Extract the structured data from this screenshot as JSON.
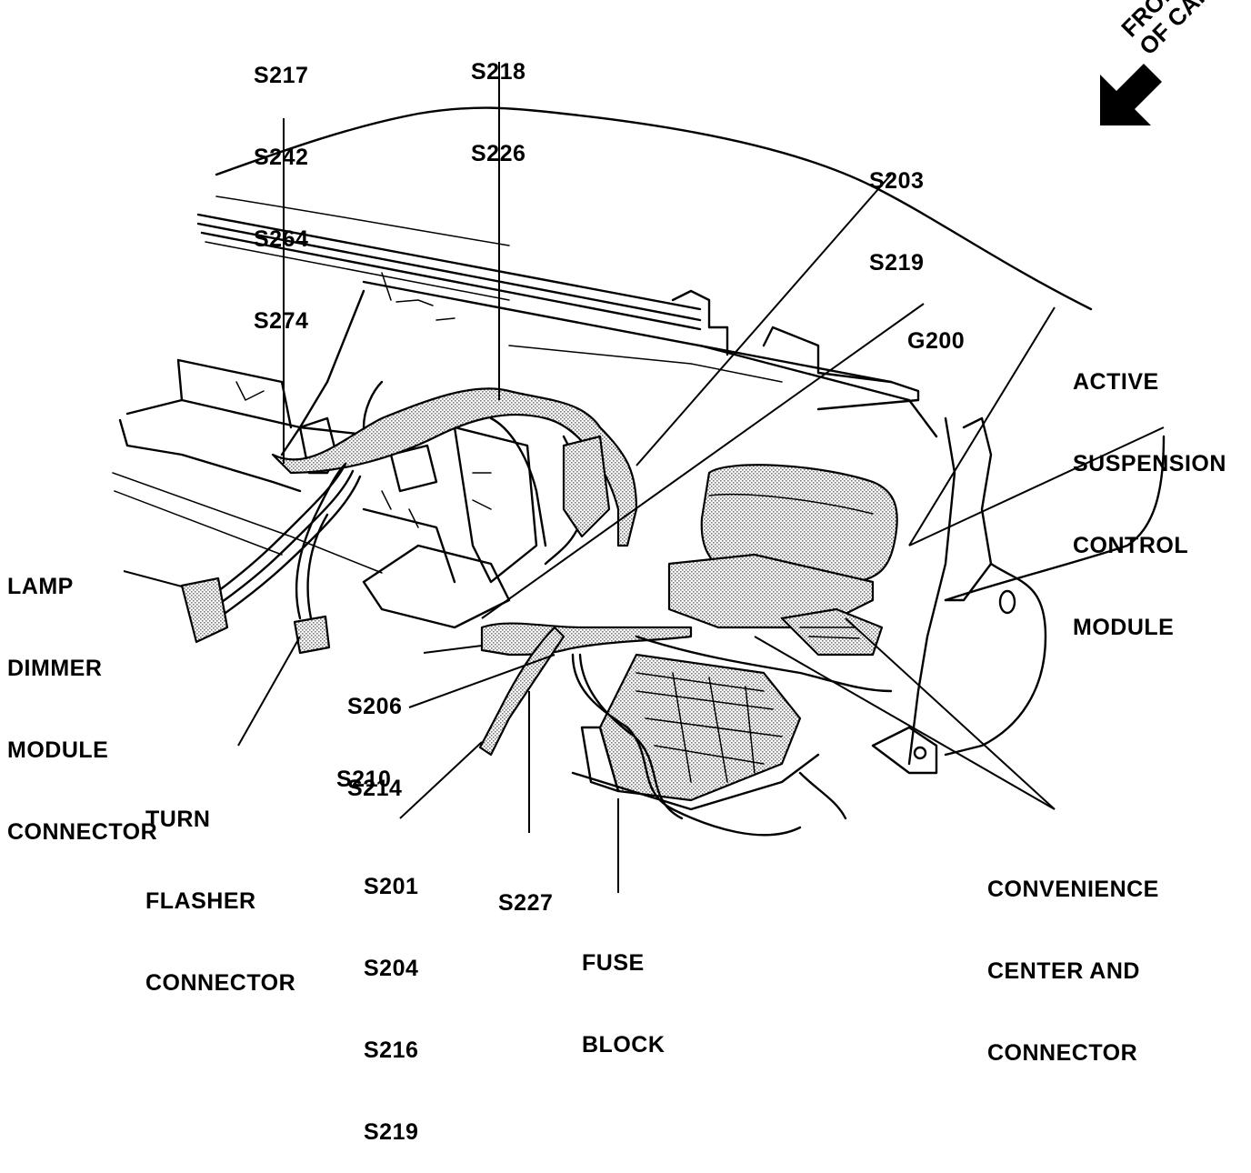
{
  "diagram": {
    "orientation": {
      "lines": [
        "FRONT",
        "OF CAR"
      ],
      "icon": "arrow-down-left-icon"
    },
    "callouts": {
      "s217_group": [
        "S217",
        "S242",
        "S264",
        "S274"
      ],
      "s218_group": [
        "S218",
        "S226"
      ],
      "s203_group": [
        "S203",
        "S219"
      ],
      "g200": [
        "G200"
      ],
      "active_suspension": [
        "ACTIVE",
        "SUSPENSION",
        "CONTROL",
        "MODULE"
      ],
      "lamp_dimmer": [
        "LAMP",
        "DIMMER",
        "MODULE",
        "CONNECTOR"
      ],
      "s206_group": [
        "S206",
        "S214"
      ],
      "s210": [
        "S210"
      ],
      "turn_flasher": [
        "TURN",
        "FLASHER",
        "CONNECTOR"
      ],
      "s201_group": [
        "S201",
        "S204",
        "S216",
        "S219"
      ],
      "s227": [
        "S227"
      ],
      "fuse_block": [
        "FUSE",
        "BLOCK"
      ],
      "convenience_center": [
        "CONVENIENCE",
        "CENTER AND",
        "CONNECTOR"
      ]
    },
    "colors": {
      "ink": "#000000",
      "paper": "#ffffff",
      "stipple": "#9a9a9a"
    }
  }
}
